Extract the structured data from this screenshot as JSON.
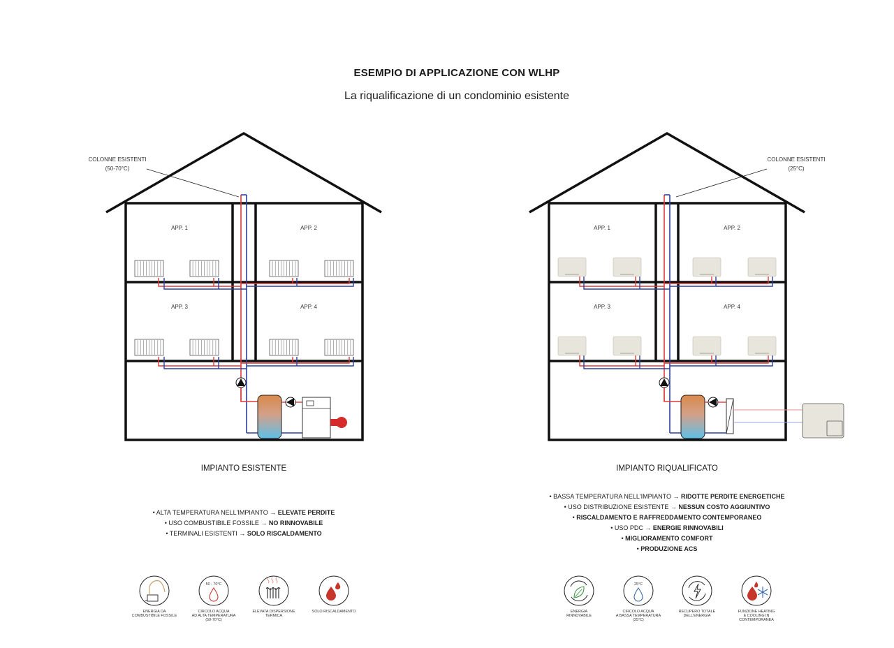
{
  "header": {
    "title": "ESEMPIO DI APPLICAZIONE CON WLHP",
    "subtitle": "La riqualificazione di un condominio esistente"
  },
  "left": {
    "callout": [
      "COLONNE ESISTENTI",
      "(50-70°C)"
    ],
    "apartments": [
      "APP. 1",
      "APP. 2",
      "APP. 3",
      "APP. 4"
    ],
    "caption": "IMPIANTO ESISTENTE",
    "bullets": [
      {
        "plain": "• ALTA TEMPERATURA NELL'IMPIANTO → ",
        "bold": "ELEVATE PERDITE"
      },
      {
        "plain": "• USO COMBUSTIBILE FOSSILE → ",
        "bold": "NO RINNOVABILE"
      },
      {
        "plain": "• TERMINALI ESISTENTI → ",
        "bold": "SOLO RISCALDAMENTO"
      }
    ],
    "icons": [
      {
        "icon": "fossil-fuel-icon",
        "inner": "",
        "label": [
          "ENERGIA DA",
          "COMBUSTIBILE FOSSILE"
        ]
      },
      {
        "icon": "hot-water-drop-icon",
        "inner": "50 - 70°C",
        "label": [
          "CIRCOLO ACQUA",
          "AD ALTA TEMPERATURA",
          "(50-70°C)"
        ]
      },
      {
        "icon": "radiator-heat-icon",
        "inner": "",
        "label": [
          "ELEVATA DISPERSIONE",
          "TERMICA"
        ]
      },
      {
        "icon": "flame-drop-icon",
        "inner": "",
        "label": [
          "SOLO RISCALDAMENTO"
        ]
      }
    ]
  },
  "right": {
    "callout": [
      "COLONNE ESISTENTI",
      "(25°C)"
    ],
    "apartments": [
      "APP. 1",
      "APP. 2",
      "APP. 3",
      "APP. 4"
    ],
    "caption": "IMPIANTO RIQUALIFICATO",
    "bullets": [
      {
        "plain": "• BASSA TEMPERATURA NELL'IMPIANTO → ",
        "bold": "RIDOTTE PERDITE ENERGETICHE"
      },
      {
        "plain": "• USO DISTRIBUZIONE ESISTENTE → ",
        "bold": "NESSUN COSTO AGGIUNTIVO"
      },
      {
        "plain": "• ",
        "bold": "RISCALDAMENTO E RAFFREDDAMENTO CONTEMPORANEO"
      },
      {
        "plain": "• USO PDC → ",
        "bold": "ENERGIE RINNOVABILI"
      },
      {
        "plain": "• ",
        "bold": "MIGLIORAMENTO COMFORT"
      },
      {
        "plain": "• ",
        "bold": "PRODUZIONE ACS"
      }
    ],
    "icons": [
      {
        "icon": "renewable-leaf-icon",
        "inner": "",
        "label": [
          "ENERGIA",
          "RINNOVABILE"
        ]
      },
      {
        "icon": "cool-water-drop-icon",
        "inner": "25°C",
        "label": [
          "CIRCOLO ACQUA",
          "A BASSA TEMPERATURA",
          "(25°C)"
        ]
      },
      {
        "icon": "energy-recovery-icon",
        "inner": "",
        "label": [
          "RECUPERO TOTALE",
          "DELL'ENERGIA"
        ]
      },
      {
        "icon": "heating-cooling-icon",
        "inner": "",
        "label": [
          "FUNZIONE HEATING",
          "E COOLING IN",
          "CONTEMPORANEA"
        ]
      }
    ]
  },
  "colors": {
    "hot": "#e03a3a",
    "cold": "#2c3f9c",
    "tank_top": "#d98a4a",
    "tank_bottom": "#5cc0e8",
    "icon_red": "#c7362b",
    "icon_blue": "#3563b0",
    "fan_coil": "#e8e6dc"
  }
}
